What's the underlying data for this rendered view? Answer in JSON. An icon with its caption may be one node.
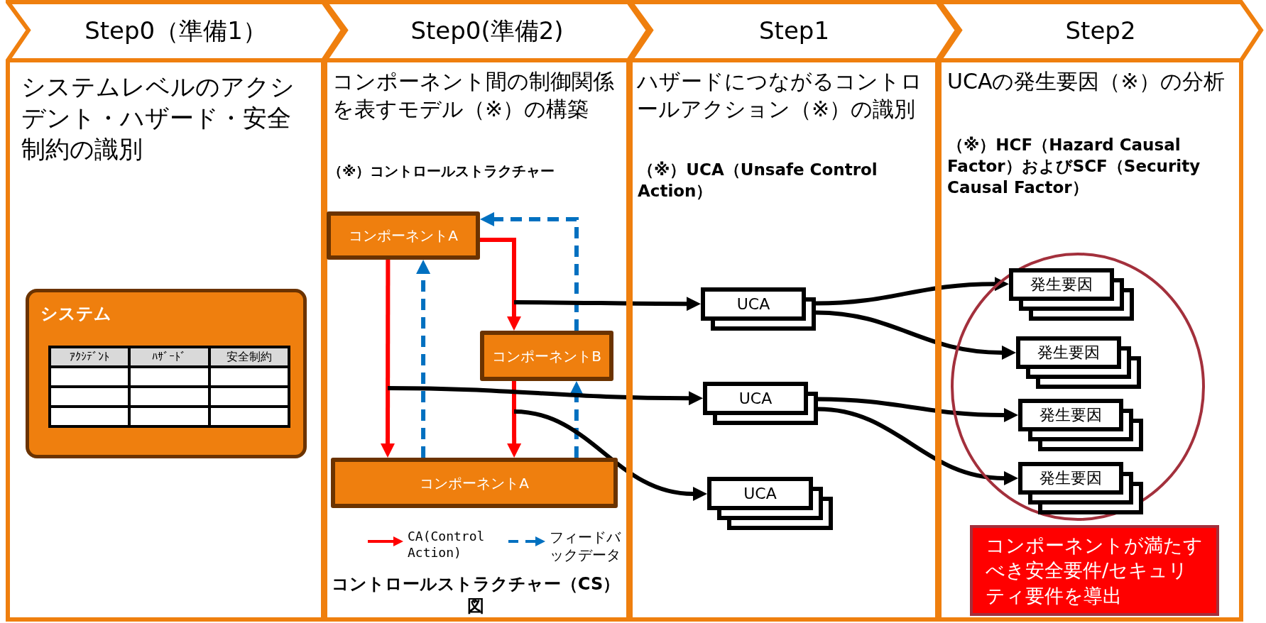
{
  "diagram": {
    "nodes": [
      {
        "text": [
          "Step0（準備1）",
          "システムレベルのアクシデント・ハザード・安全制約の識別"
        ]
      },
      {
        "text": [
          "システム"
        ],
        "in": 0
      },
      {
        "text": [
          "Step0(準備2)",
          "コンポーネント間の制御関係を表すモデル（※）の構築",
          "（※）コントロールストラクチャー",
          "コントロールストラクチャー（CS）図"
        ]
      },
      {
        "text": [
          "コンポーネントA"
        ],
        "in": 2
      },
      {
        "text": [
          "コンポーネントB"
        ],
        "in": 2
      },
      {
        "text": [
          "コンポーネントA"
        ],
        "in": 2
      },
      {
        "text": [
          "Step1",
          "ハザードにつながるコントロールアクション（※）の識別",
          "（※）UCA（Unsafe Control Action）"
        ]
      },
      {
        "text": [
          "UCA"
        ],
        "in": 6
      },
      {
        "text": [
          "UCA"
        ],
        "in": 6
      },
      {
        "text": [
          "UCA"
        ],
        "in": 6
      },
      {
        "text": [
          "Step2",
          "UCAの発生要因（※）の分析",
          "（※）HCF（Hazard Causal Factor）およびSCF（Security Causal Factor）"
        ]
      },
      {
        "text": [],
        "shape": "circle",
        "in": 10
      },
      {
        "text": [
          "発生要因"
        ],
        "in": 11
      },
      {
        "text": [
          "発生要因"
        ],
        "in": 11
      },
      {
        "text": [
          "発生要因"
        ],
        "in": 11
      },
      {
        "text": [
          "発生要因"
        ],
        "in": 11
      },
      {
        "text": [
          "コンポーネントが満たすべき安全要件/セキュリティ要件を導出"
        ],
        "in": 10
      }
    ],
    "edges": [
      {
        "from": 3,
        "to": 4,
        "arrow": "to",
        "color": "#ff0000"
      },
      {
        "from": 3,
        "to": 5,
        "arrow": "to",
        "color": "#ff0000"
      },
      {
        "from": 4,
        "to": 5,
        "arrow": "to",
        "color": "#ff0000"
      },
      {
        "from": 5,
        "to": 3,
        "arrow": "to",
        "style": "dashed",
        "color": "#0070c0"
      },
      {
        "from": 4,
        "to": 3,
        "arrow": "to",
        "style": "dashed",
        "color": "#0070c0"
      },
      {
        "from": 5,
        "to": 4,
        "arrow": "to",
        "style": "dashed",
        "color": "#0070c0"
      },
      {
        "from": null,
        "to": 7,
        "arrow": "to"
      },
      {
        "from": null,
        "to": 8,
        "arrow": "to"
      },
      {
        "from": null,
        "to": 9,
        "arrow": "to"
      },
      {
        "from": 7,
        "to": 12,
        "arrow": "to"
      },
      {
        "from": 7,
        "to": 13,
        "arrow": "to"
      },
      {
        "from": 8,
        "to": 14,
        "arrow": "to"
      },
      {
        "from": 8,
        "to": 15,
        "arrow": "to"
      }
    ],
    "labels": [
      "ｱｸｼﾃﾞﾝﾄ",
      "ﾊｻﾞｰﾄﾞ",
      "安全制約"
    ],
    "legend": [
      {
        "text": "CA(Control Action)"
      },
      {
        "text": "フィードバックデータ"
      }
    ]
  }
}
